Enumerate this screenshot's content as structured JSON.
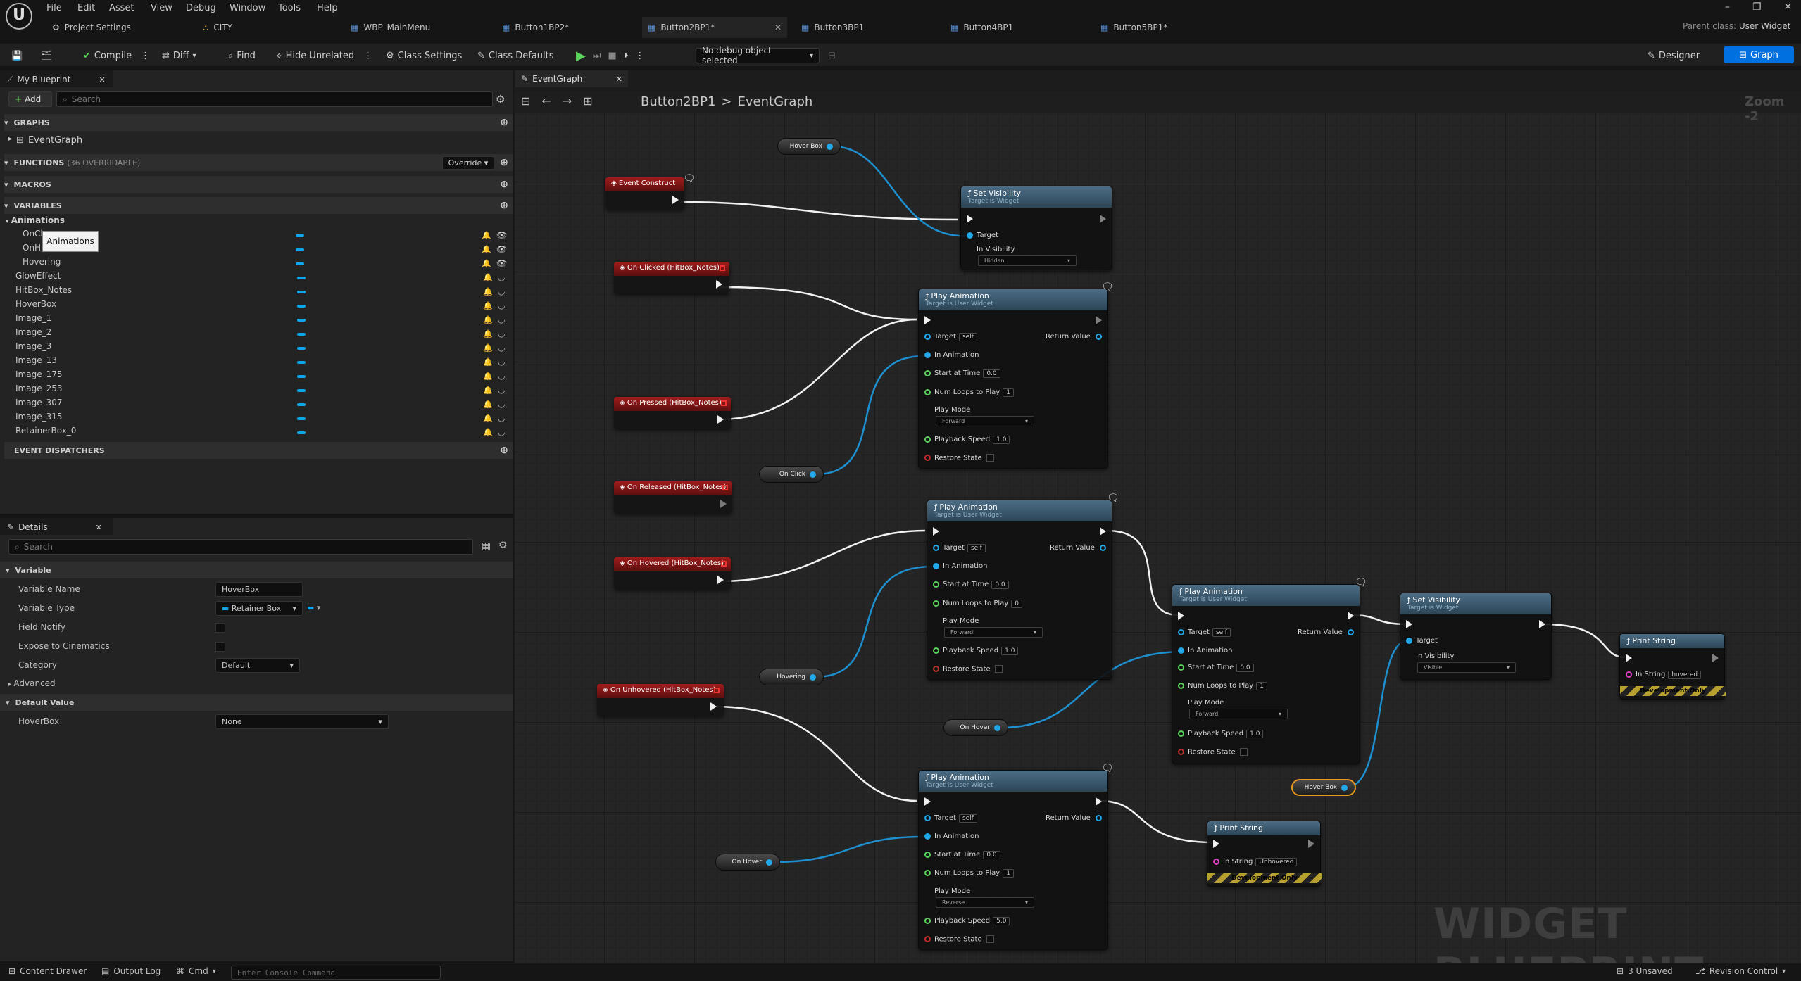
{
  "menu": {
    "items": [
      "File",
      "Edit",
      "Asset",
      "View",
      "Debug",
      "Window",
      "Tools",
      "Help"
    ]
  },
  "tabs": {
    "project_settings": "Project Settings",
    "city": "CITY",
    "main_menu": "WBP_MainMenu",
    "b1": "Button1BP2*",
    "b2": "Button2BP1*",
    "b3": "Button3BP1",
    "b4": "Button4BP1",
    "b5": "Button5BP1*"
  },
  "parent": {
    "label": "Parent class:",
    "value": "User Widget"
  },
  "toolbar": {
    "compile": "Compile",
    "diff": "Diff",
    "find": "Find",
    "hide_unrelated": "Hide Unrelated",
    "class_settings": "Class Settings",
    "class_defaults": "Class Defaults",
    "debug_object": "No debug object selected",
    "designer": "Designer",
    "graph": "Graph"
  },
  "my_blueprint": {
    "title": "My Blueprint",
    "add": "Add",
    "search_placeholder": "Search",
    "graphs": "GRAPHS",
    "event_graph": "EventGraph",
    "functions": "FUNCTIONS",
    "functions_count": "(36 OVERRIDABLE)",
    "override": "Override",
    "macros": "MACROS",
    "variables": "VARIABLES",
    "animations": "Animations",
    "tooltip": "Animations",
    "anim_items": [
      "OnCl",
      "OnH",
      "Hovering"
    ],
    "vars": [
      "GlowEffect",
      "HitBox_Notes",
      "HoverBox",
      "Image_1",
      "Image_2",
      "Image_3",
      "Image_13",
      "Image_175",
      "Image_253",
      "Image_307",
      "Image_315",
      "RetainerBox_0"
    ],
    "dispatchers": "EVENT DISPATCHERS"
  },
  "details": {
    "title": "Details",
    "search_placeholder": "Search",
    "variable": "Variable",
    "var_name_label": "Variable Name",
    "var_name": "HoverBox",
    "var_type_label": "Variable Type",
    "var_type": "Retainer Box",
    "field_notify": "Field Notify",
    "expose": "Expose to Cinematics",
    "category_label": "Category",
    "category": "Default",
    "advanced": "Advanced",
    "default_value": "Default Value",
    "hoverbox_label": "HoverBox",
    "hoverbox_value": "None"
  },
  "graph": {
    "tab": "EventGraph",
    "crumb_root": "Button2BP1",
    "crumb_sep": ">",
    "crumb_leaf": "EventGraph",
    "zoom": "Zoom -2",
    "watermark": "WIDGET BLUEPRINT"
  },
  "nodes": {
    "event_construct": "Event Construct",
    "on_clicked": "On Clicked (HitBox_Notes)",
    "on_pressed": "On Pressed (HitBox_Notes)",
    "on_released": "On Released (HitBox_Notes)",
    "on_hovered": "On Hovered (HitBox_Notes)",
    "on_unhovered": "On Unhovered (HitBox_Notes)",
    "hover_box": "Hover Box",
    "on_click": "On Click",
    "hovering": "Hovering",
    "on_hover": "On Hover",
    "set_visibility": "Set Visibility",
    "target_widget": "Target is Widget",
    "target": "Target",
    "in_visibility": "In Visibility",
    "hidden": "Hidden",
    "visible": "Visible",
    "play_animation": "Play Animation",
    "target_user_widget": "Target is User Widget",
    "self": "self",
    "return_value": "Return Value",
    "in_animation": "In Animation",
    "start_at_time": "Start at Time",
    "num_loops": "Num Loops to Play",
    "play_mode": "Play Mode",
    "playback_speed": "Playback Speed",
    "restore_state": "Restore State",
    "forward": "Forward",
    "reverse": "Reverse",
    "zero": "0.0",
    "one": "1",
    "zero_int": "0",
    "speed1": "1.0",
    "speed5": "5.0",
    "print_string": "Print String",
    "in_string": "In String",
    "hovered": "hovered",
    "unhovered": "Unhovered",
    "dev_only": "Development Only"
  },
  "status": {
    "content_drawer": "Content Drawer",
    "output_log": "Output Log",
    "cmd": "Cmd",
    "console_placeholder": "Enter Console Command",
    "unsaved": "3 Unsaved",
    "revision": "Revision Control"
  }
}
